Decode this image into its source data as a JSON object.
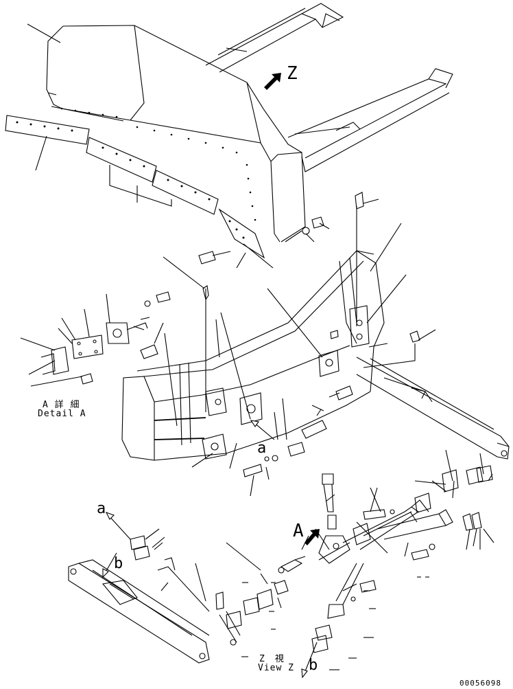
{
  "labels": {
    "view_letter_z": "Z",
    "detail_letter_a": "A",
    "detail_a_jp": "A 詳 細",
    "detail_a_en": "Detail A",
    "callout_a_small_1": "a",
    "callout_a_small_2": "a",
    "callout_b_small_1": "b",
    "callout_b_small_2": "b",
    "view_z_jp": "Z　視",
    "view_z_en": "View Z",
    "drawing_number": "00056098"
  },
  "icons": {
    "view_arrow_1": "view-direction-arrow",
    "view_arrow_2": "view-direction-arrow"
  }
}
